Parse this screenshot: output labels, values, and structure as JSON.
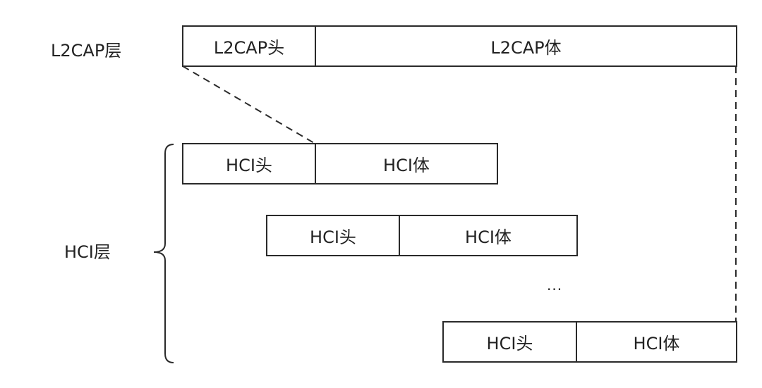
{
  "layers": {
    "l2cap_label": "L2CAP层",
    "hci_label": "HCI层"
  },
  "l2cap_packet": {
    "header": "L2CAP头",
    "body": "L2CAP体"
  },
  "hci_packets": [
    {
      "header": "HCI头",
      "body": "HCI体"
    },
    {
      "header": "HCI头",
      "body": "HCI体"
    },
    {
      "header": "HCI头",
      "body": "HCI体"
    }
  ],
  "ellipsis": "..."
}
